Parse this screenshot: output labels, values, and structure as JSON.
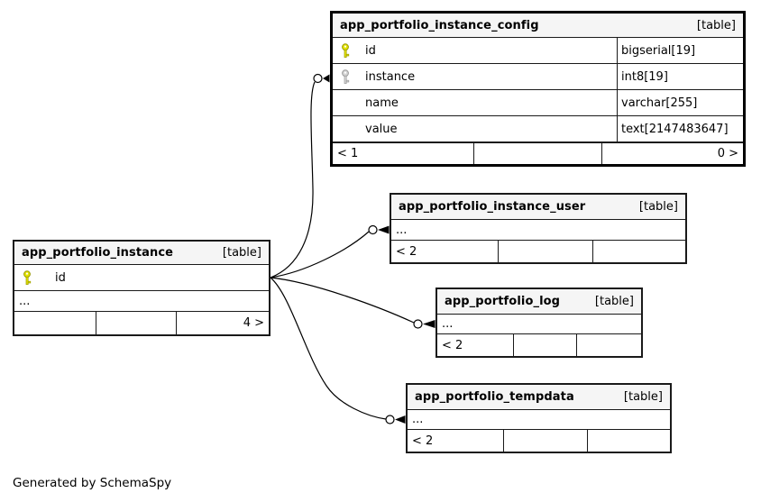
{
  "diagram": {
    "generated_by": "Generated by SchemaSpy",
    "notation": "schemaspy-relationships",
    "colors": {
      "primary_key": "#e4e400",
      "foreign_key": "#d4d4d4",
      "header_bg": "#f5f5f5",
      "border": "#000000",
      "connector": "#000000"
    }
  },
  "tables": [
    {
      "name": "app_portfolio_instance_config",
      "badge": "[table]",
      "columns": [
        {
          "name": "id",
          "type": "bigserial[19]",
          "key": "primary-key"
        },
        {
          "name": "instance",
          "type": "int8[19]",
          "key": "foreign-key"
        },
        {
          "name": "name",
          "type": "varchar[255]",
          "key": ""
        },
        {
          "name": "value",
          "type": "text[2147483647]",
          "key": ""
        }
      ],
      "footer": {
        "left": "< 1",
        "center": "",
        "right": "0 >"
      }
    },
    {
      "name": "app_portfolio_instance",
      "badge": "[table]",
      "columns": [
        {
          "name": "id",
          "type": "",
          "key": "primary-key"
        }
      ],
      "ellipsis": "...",
      "footer": {
        "left": "",
        "center": "",
        "right": "4 >"
      }
    },
    {
      "name": "app_portfolio_instance_user",
      "badge": "[table]",
      "ellipsis": "...",
      "footer": {
        "left": "< 2",
        "center": "",
        "right": ""
      }
    },
    {
      "name": "app_portfolio_log",
      "badge": "[table]",
      "ellipsis": "...",
      "footer": {
        "left": "< 2",
        "center": "",
        "right": ""
      }
    },
    {
      "name": "app_portfolio_tempdata",
      "badge": "[table]",
      "ellipsis": "...",
      "footer": {
        "left": "< 2",
        "center": "",
        "right": ""
      }
    }
  ],
  "relationships": [
    {
      "from": "app_portfolio_instance.id",
      "to": "app_portfolio_instance_config.instance"
    },
    {
      "from": "app_portfolio_instance.id",
      "to": "app_portfolio_instance_user"
    },
    {
      "from": "app_portfolio_instance.id",
      "to": "app_portfolio_log"
    },
    {
      "from": "app_portfolio_instance.id",
      "to": "app_portfolio_tempdata"
    }
  ]
}
